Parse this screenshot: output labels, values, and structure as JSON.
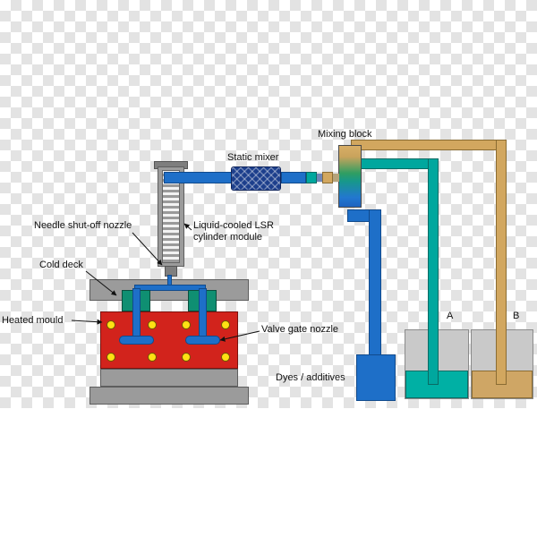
{
  "diagram": {
    "type": "LSR injection moulding system schematic",
    "labels": {
      "mixing_block": "Mixing block",
      "static_mixer": "Static mixer",
      "needle_shutoff_nozzle": "Needle shut-off nozzle",
      "cylinder_module_line1": "Liquid-cooled LSR",
      "cylinder_module_line2": "cylinder module",
      "cold_deck": "Cold deck",
      "heated_mould": "Heated mould",
      "valve_gate_nozzle": "Valve gate nozzle",
      "dyes_additives": "Dyes / additives",
      "container_a": "A",
      "container_b": "B"
    },
    "colors": {
      "pipe_blue": "#1e6fc8",
      "static_mixer_navy": "#1d3f8c",
      "component_a_teal": "#00a79e",
      "component_b_tan": "#d2a75f",
      "cold_deck_green": "#0f8f72",
      "heated_mould_red": "#d2231c",
      "heater_yellow": "#ffe014",
      "plate_grey": "#9b9b9b",
      "container_grey": "#c9c9c9",
      "checker_light": "#ffffff",
      "checker_dark": "#e3e3e3"
    }
  }
}
